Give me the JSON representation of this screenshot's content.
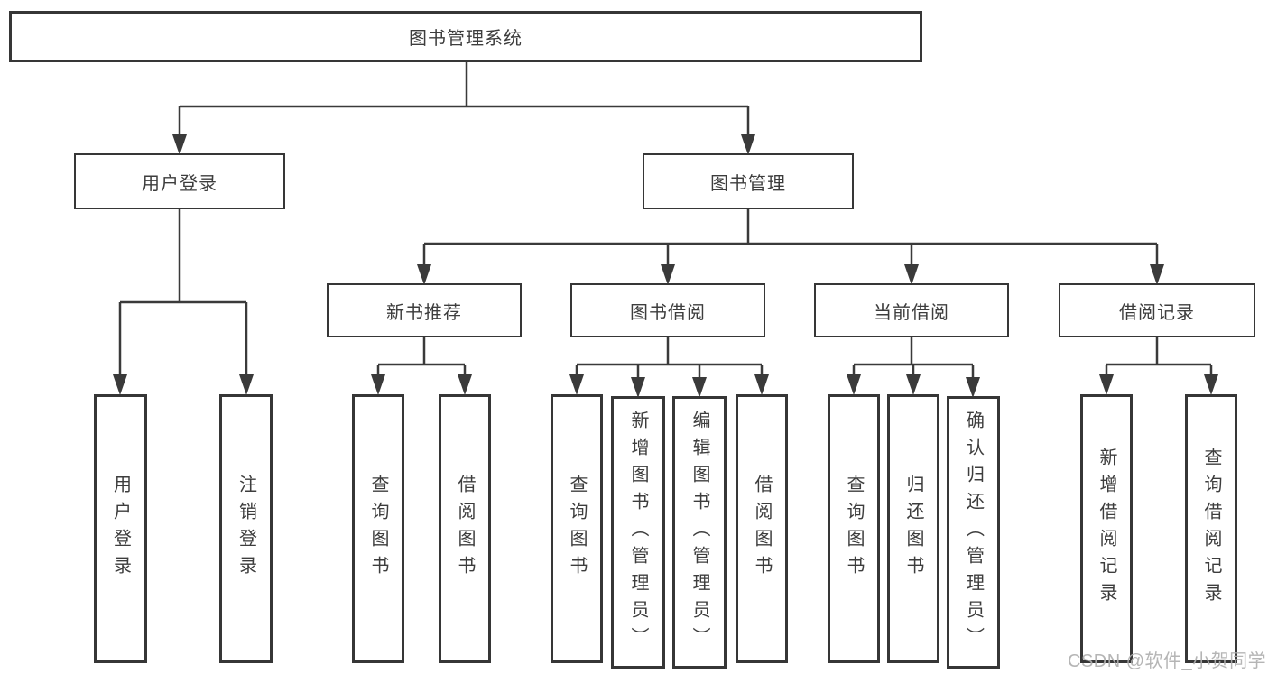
{
  "tree": {
    "label": "图书管理系统",
    "children": [
      {
        "label": "用户登录",
        "children": [
          {
            "label": "用户登录"
          },
          {
            "label": "注销登录"
          }
        ]
      },
      {
        "label": "图书管理",
        "children": [
          {
            "label": "新书推荐",
            "children": [
              {
                "label": "查询图书"
              },
              {
                "label": "借阅图书"
              }
            ]
          },
          {
            "label": "图书借阅",
            "children": [
              {
                "label": "查询图书"
              },
              {
                "label": "新增图书（管理员）"
              },
              {
                "label": "编辑图书（管理员）"
              },
              {
                "label": "借阅图书"
              }
            ]
          },
          {
            "label": "当前借阅",
            "children": [
              {
                "label": "查询图书"
              },
              {
                "label": "归还图书"
              },
              {
                "label": "确认归还（管理员）"
              }
            ]
          },
          {
            "label": "借阅记录",
            "children": [
              {
                "label": "新增借阅记录"
              },
              {
                "label": "查询借阅记录"
              }
            ]
          }
        ]
      }
    ]
  },
  "watermark": {
    "text": "CSDN @软件_小贺同学"
  },
  "colors": {
    "line": "#3a3a3a",
    "box_border": "#363636",
    "box_fill": "#ffffff",
    "text": "#3d3d3d",
    "watermark": "#afafaf",
    "background": "#ffffff"
  }
}
